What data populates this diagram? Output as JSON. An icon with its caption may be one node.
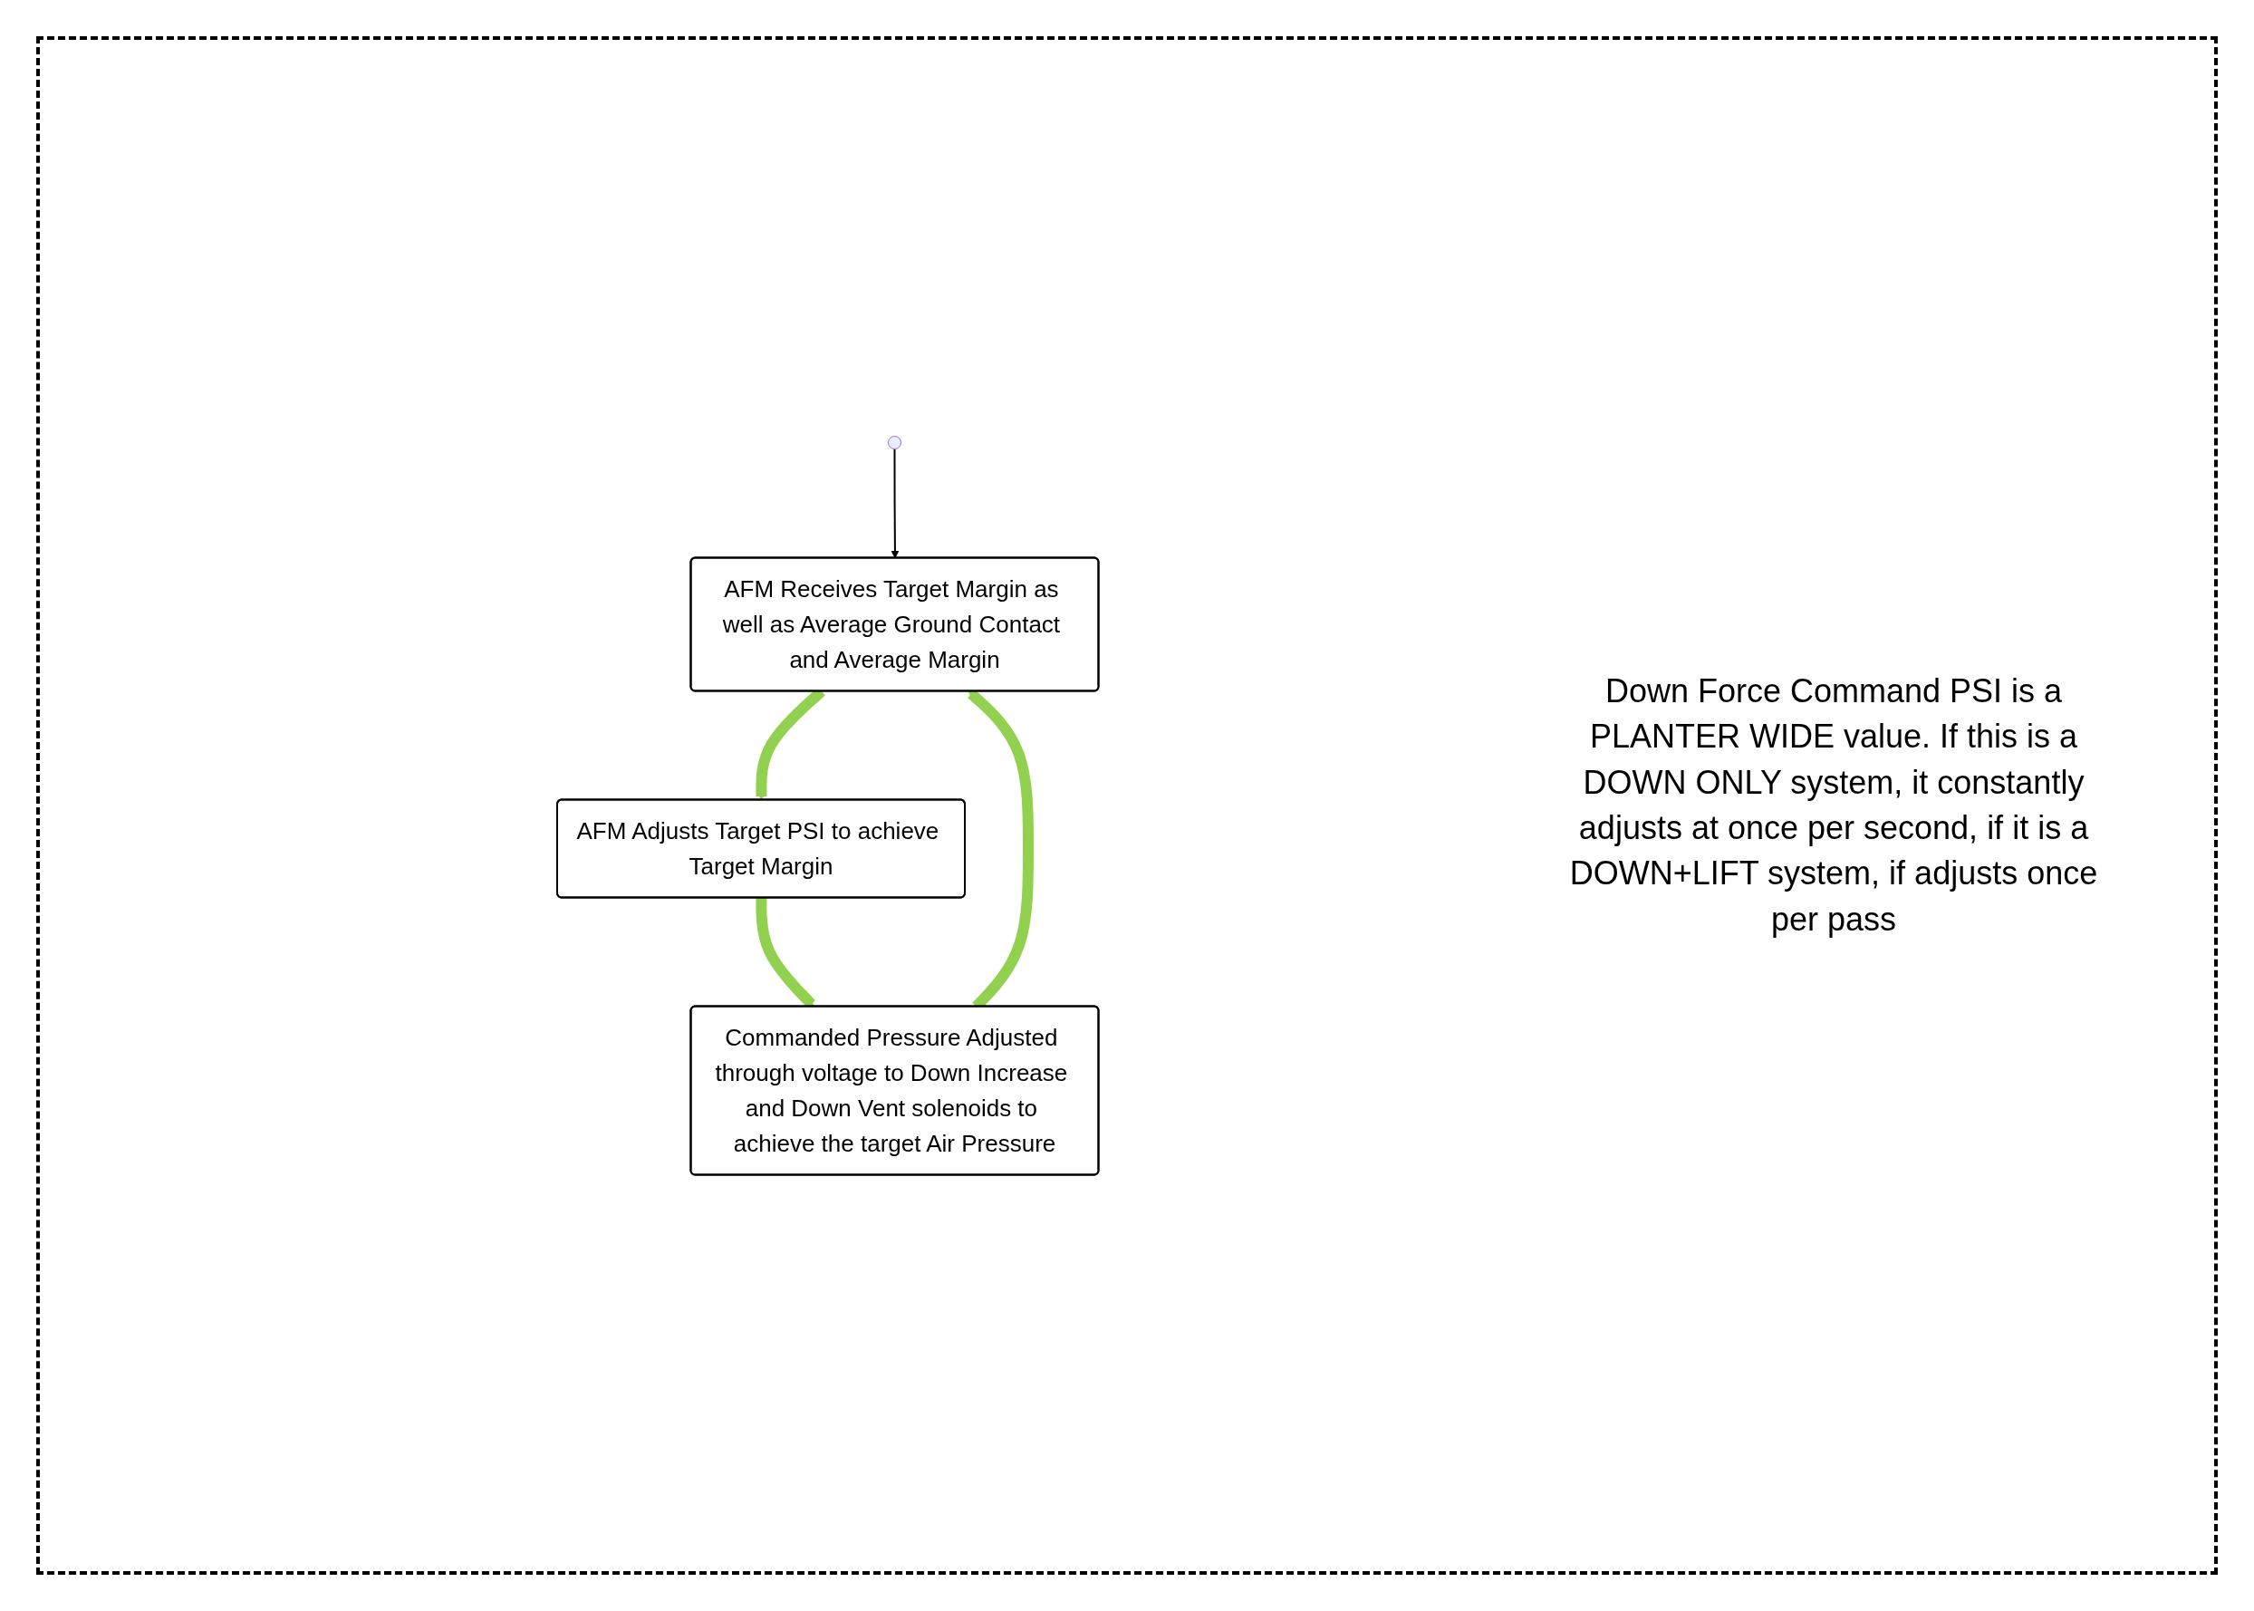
{
  "diagram": {
    "nodes": [
      {
        "text": [
          "AFM Receives Target Margin as well as Average Ground Contact and Average Margin"
        ]
      },
      {
        "text": [
          "AFM Adjusts Target PSI to achieve Target Margin"
        ]
      },
      {
        "text": [
          "Commanded Pressure Adjusted through voltage to Down Increase and Down Vent solenoids to achieve the target Air Pressure"
        ]
      }
    ],
    "edges": [
      {
        "from": 0,
        "to": 1,
        "arrow": "to"
      },
      {
        "from": 1,
        "to": 2,
        "arrow": "to"
      },
      {
        "from": 2,
        "to": 0,
        "arrow": "to"
      },
      {
        "from": null,
        "to": 0,
        "arrow": "to",
        "color": "#000000"
      }
    ],
    "labels": [
      "Down Force Command PSI is a PLANTER WIDE value.  If this is a DOWN ONLY system, it constantly adjusts at once per second, if it is a DOWN+LIFT system, if adjusts once per pass"
    ]
  }
}
